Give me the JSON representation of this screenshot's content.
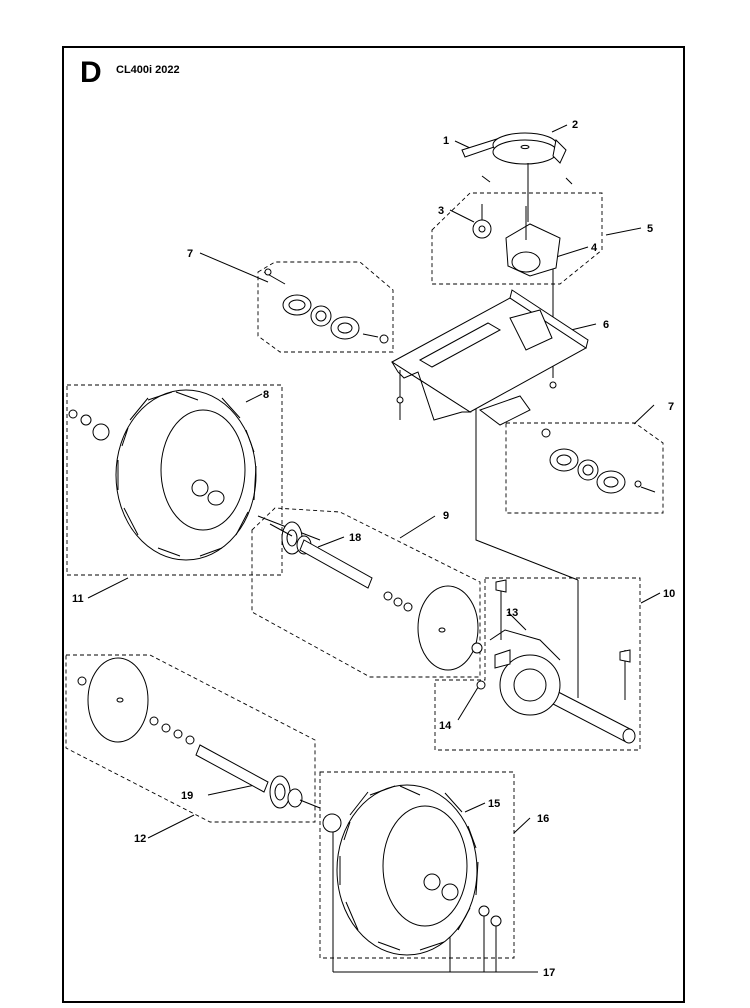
{
  "section_letter": "D",
  "model_title": "CL400i 2022",
  "callouts": [
    "1",
    "2",
    "3",
    "4",
    "5",
    "6",
    "7",
    "7",
    "8",
    "9",
    "10",
    "11",
    "12",
    "13",
    "14",
    "15",
    "16",
    "17",
    "18",
    "19"
  ]
}
